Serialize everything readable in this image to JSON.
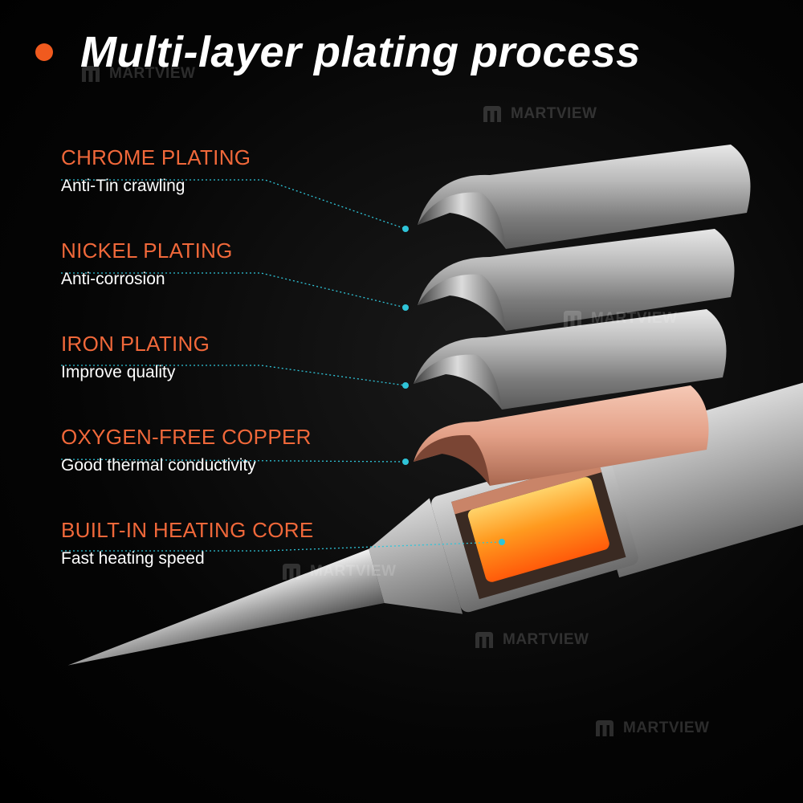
{
  "title": "Multi-layer plating process",
  "layers": [
    {
      "name": "CHROME PLATING",
      "desc": "Anti-Tin crawling"
    },
    {
      "name": "NICKEL PLATING",
      "desc": "Anti-corrosion"
    },
    {
      "name": "IRON PLATING",
      "desc": "Improve quality"
    },
    {
      "name": "OXYGEN-FREE COPPER",
      "desc": "Good thermal conductivity"
    },
    {
      "name": "BUILT-IN HEATING CORE",
      "desc": "Fast heating speed"
    }
  ],
  "watermark": {
    "text": "MARTVIEW",
    "icon": "m-logo-icon"
  },
  "colors": {
    "accent": "#f05a1e",
    "label": "#f0683a",
    "leader": "#2fc4d8",
    "heating_core": "#ff8a1a",
    "copper": "#e3a087"
  }
}
